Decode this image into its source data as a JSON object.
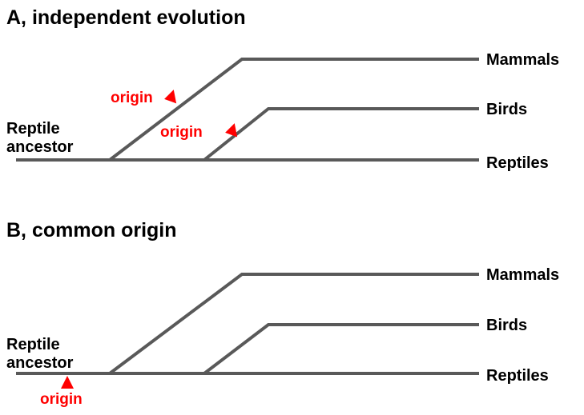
{
  "panel_a": {
    "title": "A, independent evolution",
    "ancestor_line1": "Reptile",
    "ancestor_line2": "ancestor",
    "taxa": [
      "Mammals",
      "Birds",
      "Reptiles"
    ],
    "origin_labels": [
      "origin",
      "origin"
    ]
  },
  "panel_b": {
    "title": "B, common origin",
    "ancestor_line1": "Reptile",
    "ancestor_line2": "ancestor",
    "taxa": [
      "Mammals",
      "Birds",
      "Reptiles"
    ],
    "origin_label": "origin"
  },
  "colors": {
    "line": "#595959",
    "origin": "#ff0000"
  }
}
